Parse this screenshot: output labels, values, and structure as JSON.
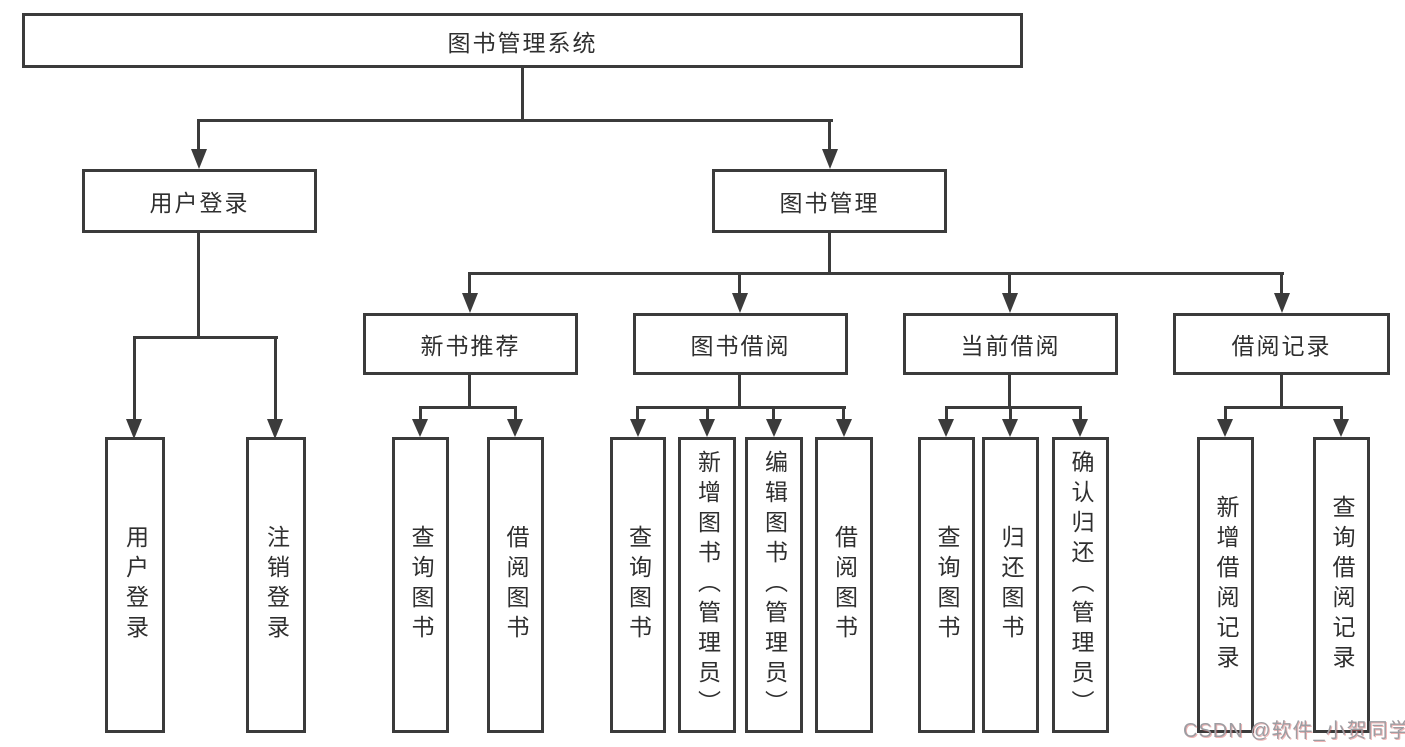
{
  "diagram": {
    "nodes": {
      "root": "图书管理系统",
      "user_login": "用户登录",
      "book_mgmt": "图书管理",
      "new_books": "新书推荐",
      "book_borrow": "图书借阅",
      "current_borrow": "当前借阅",
      "borrow_records": "借阅记录",
      "leaf_user_login": "用户登录",
      "leaf_logout": "注销登录",
      "leaf_nb_query": "查询图书",
      "leaf_nb_borrow": "借阅图书",
      "leaf_bb_query": "查询图书",
      "leaf_bb_add": "新增图书（管理员）",
      "leaf_bb_edit": "编辑图书（管理员）",
      "leaf_bb_borrow": "借阅图书",
      "leaf_cb_query": "查询图书",
      "leaf_cb_return": "归还图书",
      "leaf_cb_confirm": "确认归还（管理员）",
      "leaf_rec_add": "新增借阅记录",
      "leaf_rec_query": "查询借阅记录"
    },
    "watermark": "CSDN @软件_小贺同学",
    "colors": {
      "line": "#3b3b3b",
      "text": "#2f2f2f",
      "watermark": "#9d9da2",
      "background": "#ffffff"
    }
  }
}
